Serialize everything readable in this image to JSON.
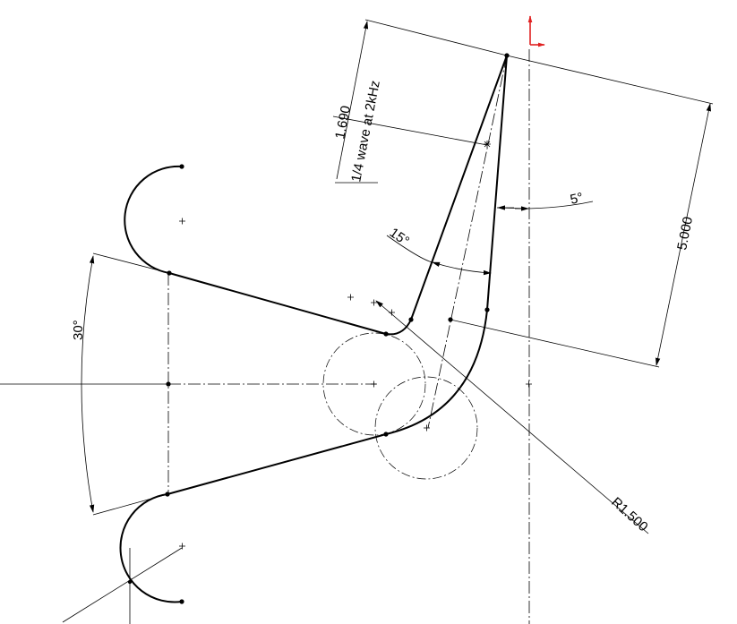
{
  "dimensions": {
    "length_offset": "1.690",
    "length_note": "1/4 wave at 2kHz",
    "length_total": "5.000",
    "angle_tilt": "5°",
    "angle_taper": "15°",
    "angle_spread": "30°",
    "radius": "R1.500"
  },
  "colors": {
    "geometry": "#000000",
    "origin_arrow": "#e02020"
  }
}
